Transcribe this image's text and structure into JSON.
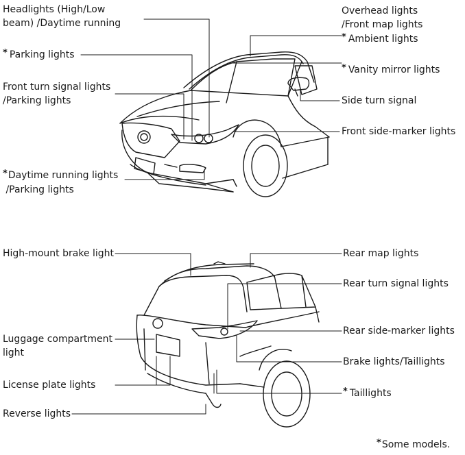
{
  "front": {
    "headlights": {
      "lines": [
        "Headlights (High/Low",
        "beam) /Daytime running"
      ],
      "starred": false
    },
    "parking": {
      "lines": [
        "Parking lights"
      ],
      "starred": true
    },
    "front_turn": {
      "lines": [
        "Front turn signal lights",
        "/Parking lights"
      ],
      "starred": false
    },
    "drl": {
      "lines": [
        "Daytime running lights",
        " /Parking lights"
      ],
      "starred": true
    },
    "overhead": {
      "lines": [
        "Overhead lights",
        "/Front map lights"
      ],
      "starred": false
    },
    "ambient": {
      "lines": [
        "Ambient lights"
      ],
      "starred": true
    },
    "vanity": {
      "lines": [
        "Vanity mirror lights"
      ],
      "starred": true
    },
    "side_turn": {
      "lines": [
        "Side turn signal"
      ],
      "starred": false
    },
    "side_marker": {
      "lines": [
        "Front side-marker lights"
      ],
      "starred": false
    }
  },
  "rear": {
    "high_mount": {
      "lines": [
        "High-mount brake light"
      ],
      "starred": false
    },
    "luggage": {
      "lines": [
        "Luggage compartment",
        "light"
      ],
      "starred": false
    },
    "license": {
      "lines": [
        "License plate lights"
      ],
      "starred": false
    },
    "reverse": {
      "lines": [
        "Reverse lights"
      ],
      "starred": false
    },
    "rear_map": {
      "lines": [
        "Rear map lights"
      ],
      "starred": false
    },
    "rear_turn": {
      "lines": [
        "Rear turn signal lights"
      ],
      "starred": false
    },
    "rear_marker": {
      "lines": [
        "Rear side-marker lights"
      ],
      "starred": false
    },
    "brake": {
      "lines": [
        "Brake lights/Taillights"
      ],
      "starred": false
    },
    "taillights": {
      "lines": [
        "Taillights"
      ],
      "starred": true
    }
  },
  "footnote": {
    "text": "Some models.",
    "starred": true
  },
  "star_symbol": "*"
}
